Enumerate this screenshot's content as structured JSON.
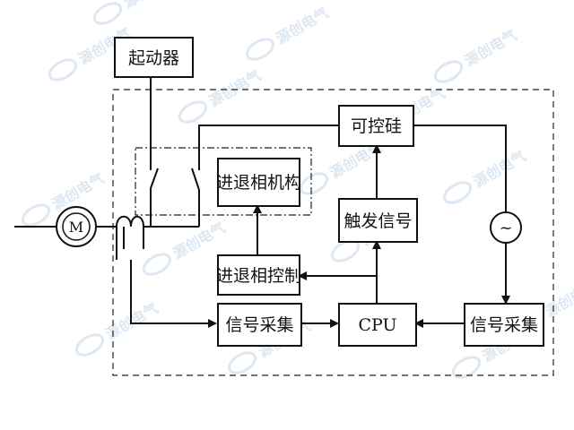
{
  "blocks": {
    "starter": "起动器",
    "thyristor": "可控硅",
    "trigger_signal": "触发信号",
    "advance_retreat_mechanism": "进退相机构",
    "advance_retreat_control": "进退相控制",
    "cpu": "CPU",
    "signal_acquisition_left": "信号采集",
    "signal_acquisition_right": "信号采集"
  },
  "components": {
    "motor_label": "M",
    "ac_source_symbol": "~"
  },
  "watermark": "源创电气"
}
